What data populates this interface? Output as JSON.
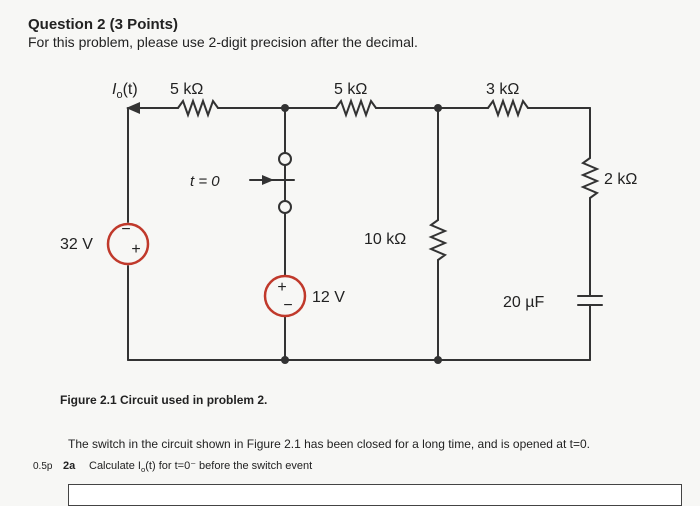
{
  "question": {
    "title": "Question 2 (3 Points)",
    "instruction": "For this problem, please use 2-digit precision after the decimal."
  },
  "circuit": {
    "current_label": "I",
    "current_sub": "o",
    "current_arg": "(t)",
    "r_top1": "5 kΩ",
    "r_top2": "5 kΩ",
    "r_top3": "3 kΩ",
    "r_right": "2 kΩ",
    "r_mid": "10 kΩ",
    "switch_label": "t = 0",
    "v_left": "32 V",
    "v_mid": "12 V",
    "capacitor": "20 µF",
    "plus": "+",
    "minus": "−"
  },
  "caption": "Figure 2.1 Circuit used in problem 2.",
  "problem_text": "The switch in the circuit shown in Figure 2.1 has been closed for a long time, and is opened at t=0.",
  "part": {
    "points": "0.5p",
    "number": "2a",
    "text_pre": "Calculate I",
    "text_sub": "o",
    "text_post": "(t) for t=0⁻ before the switch event"
  }
}
